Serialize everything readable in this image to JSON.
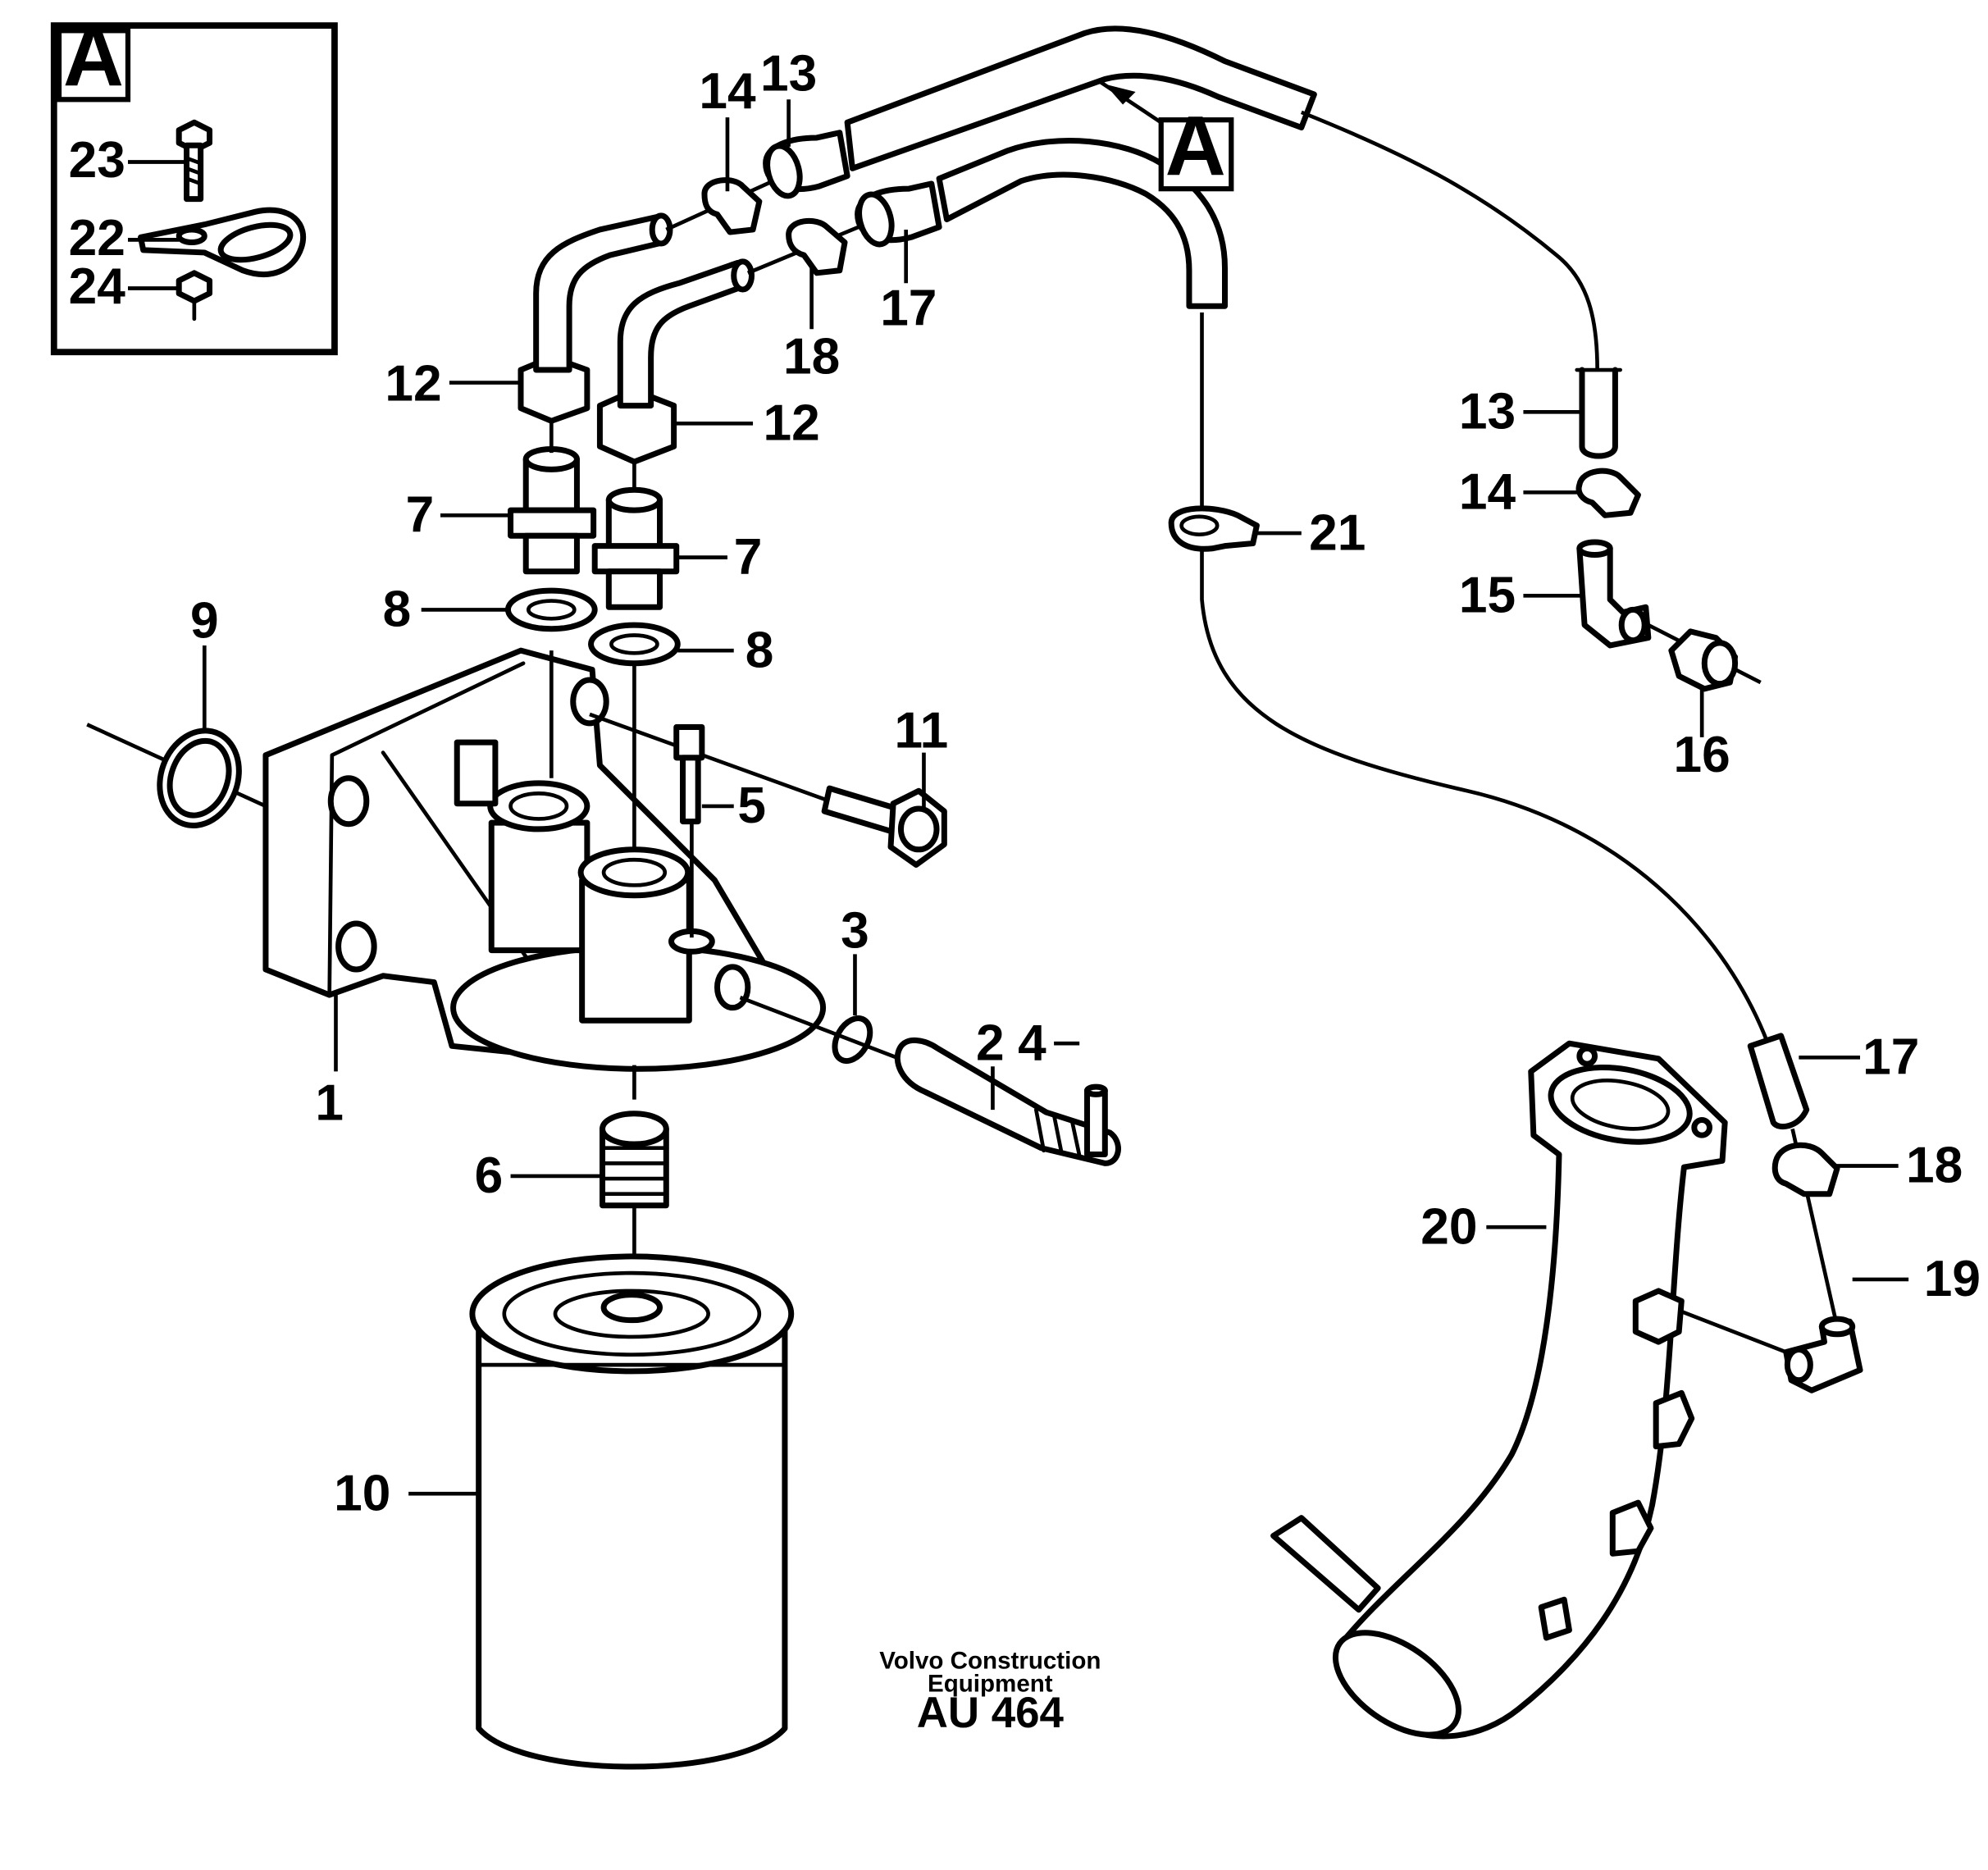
{
  "inset": {
    "letter": "A"
  },
  "section_marker": {
    "letter": "A"
  },
  "callouts": {
    "c1": "1",
    "c2": "2",
    "c3": "3",
    "c4": "4",
    "c5": "5",
    "c6": "6",
    "c7a": "7",
    "c7b": "7",
    "c8a": "8",
    "c8b": "8",
    "c9": "9",
    "c10": "10",
    "c11": "11",
    "c12a": "12",
    "c12b": "12",
    "c13a": "13",
    "c13b": "13",
    "c14a": "14",
    "c14b": "14",
    "c15": "15",
    "c16": "16",
    "c17a": "17",
    "c17b": "17",
    "c18a": "18",
    "c18b": "18",
    "c19": "19",
    "c20": "20",
    "c21": "21",
    "c22": "22",
    "c23": "23",
    "c24": "24"
  },
  "footer": {
    "company_line1": "Volvo Construction",
    "company_line2": "Equipment",
    "code": "AU 464"
  }
}
